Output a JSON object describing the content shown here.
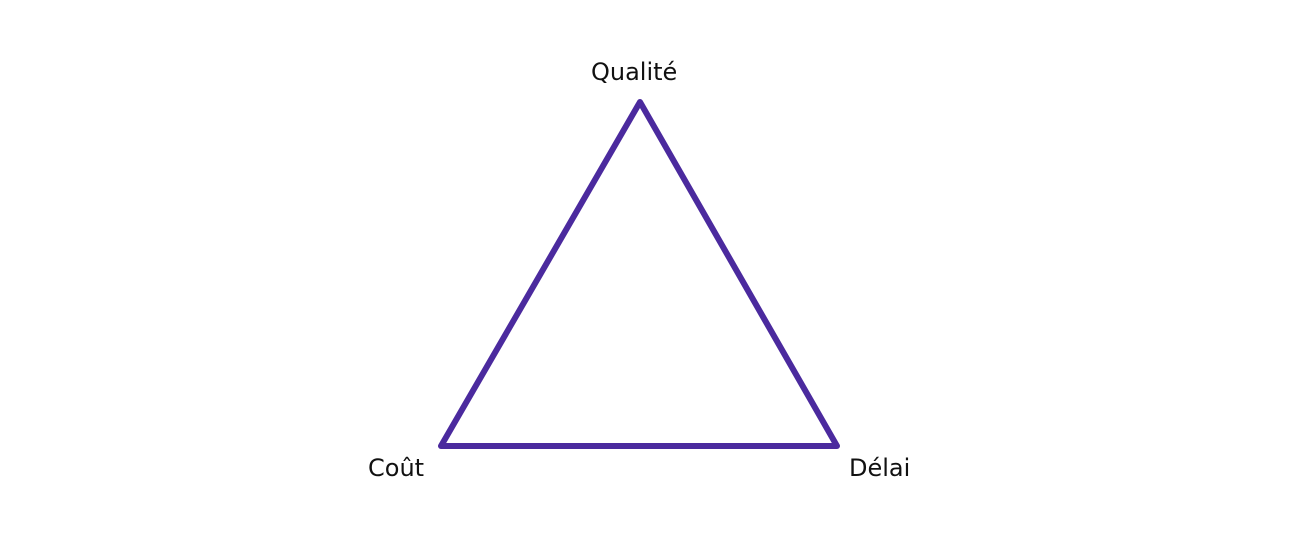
{
  "diagram": {
    "shape": "triangle",
    "stroke_color": "#4B2A9E",
    "vertices": {
      "top": "Qualité",
      "bottom_left": "Coût",
      "bottom_right": "Délai"
    }
  }
}
